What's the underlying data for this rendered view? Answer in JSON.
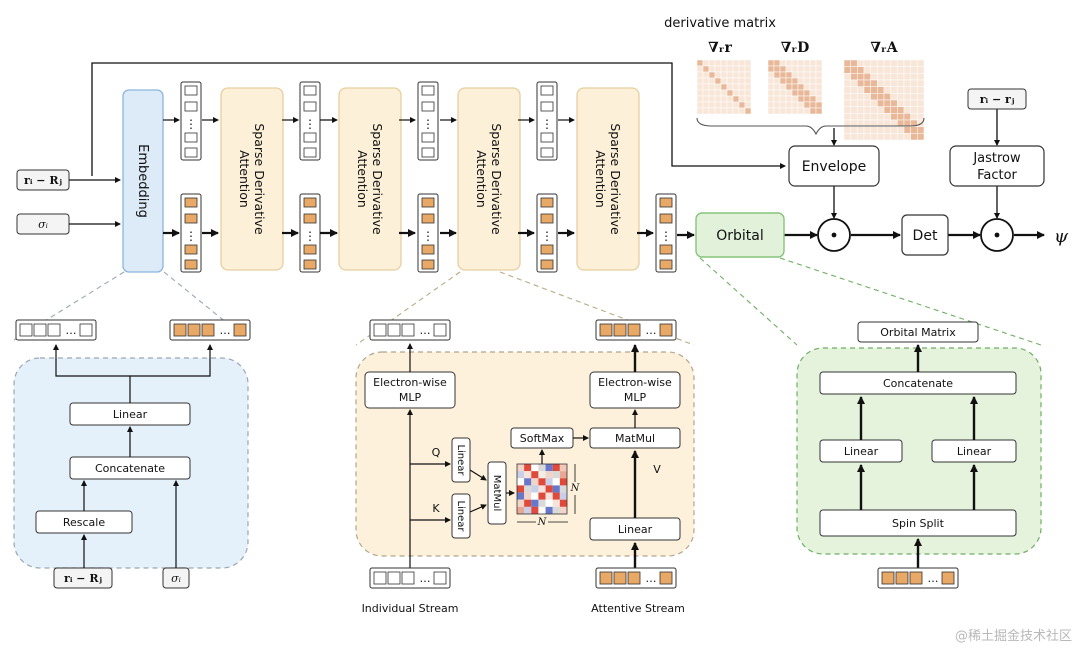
{
  "inputs": {
    "ri_Rj": "rᵢ − Rⱼ",
    "sigma": "σᵢ",
    "ri_rj": "rᵢ − rⱼ"
  },
  "main": {
    "embedding": "Embedding",
    "sda_line1": "Sparse Derivative",
    "sda_line2": "Attention",
    "orbital": "Orbital",
    "envelope": "Envelope",
    "jastrow_line1": "Jastrow",
    "jastrow_line2": "Factor",
    "det": "Det",
    "psi": "ψ",
    "ellipsis": "⋮"
  },
  "derivative_matrix": {
    "title": "derivative matrix",
    "grad_r": "∇ᵣr",
    "grad_D": "∇ᵣD",
    "grad_A": "∇ᵣA"
  },
  "embedding_detail": {
    "linear": "Linear",
    "concatenate": "Concatenate",
    "rescale": "Rescale",
    "ellipsis": "…"
  },
  "attention_detail": {
    "mlp_line1": "Electron-wise",
    "mlp_line2": "MLP",
    "softmax": "SoftMax",
    "matmul": "MatMul",
    "linear": "Linear",
    "q": "Q",
    "k": "K",
    "v": "V",
    "n": "N",
    "individual_stream": "Individual Stream",
    "attentive_stream": "Attentive Stream"
  },
  "orbital_detail": {
    "orbital_matrix": "Orbital Matrix",
    "concatenate": "Concatenate",
    "linear": "Linear",
    "spin_split": "Spin Split"
  },
  "watermark": "@稀土掘金技术社区",
  "colors": {
    "embedding_fill": "#dcebf7",
    "embedding_stroke": "#8ab6dc",
    "sda_fill": "#fdf0d8",
    "sda_stroke": "#e7cfa0",
    "orbital_fill": "#e2f2da",
    "orbital_stroke": "#86c47b",
    "orange_cell": "#e8a866",
    "matrix_light": "#f8e6d8",
    "matrix_dark": "#e8b898"
  }
}
